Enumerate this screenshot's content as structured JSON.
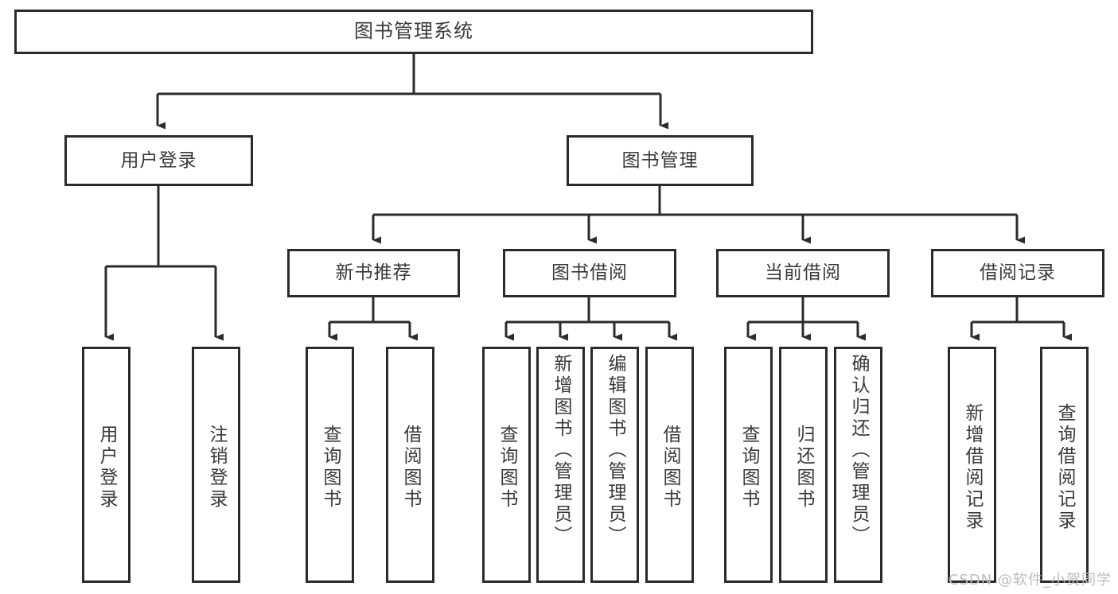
{
  "diagram": {
    "title": "图书管理系统",
    "type": "tree-hierarchy",
    "watermark": "CSDN @软件_小贺同学",
    "colors": {
      "background": "#ffffff",
      "box_border": "#2b2b2b",
      "text": "#3a3a3a",
      "connector": "#2b2b2b",
      "watermark": "#bdbdbd"
    },
    "root": {
      "label": "图书管理系统"
    },
    "level2": [
      {
        "label": "用户登录"
      },
      {
        "label": "图书管理"
      }
    ],
    "level3": [
      {
        "label": "新书推荐"
      },
      {
        "label": "图书借阅"
      },
      {
        "label": "当前借阅"
      },
      {
        "label": "借阅记录"
      }
    ],
    "leaves": {
      "user_login": [
        {
          "label": "用户登录"
        },
        {
          "label": "注销登录"
        }
      ],
      "new_book": [
        {
          "label": "查询图书"
        },
        {
          "label": "借阅图书"
        }
      ],
      "book_borrow": [
        {
          "label": "查询图书"
        },
        {
          "label": "新增图书（管理员）"
        },
        {
          "label": "编辑图书（管理员）"
        },
        {
          "label": "借阅图书"
        }
      ],
      "current_borrow": [
        {
          "label": "查询图书"
        },
        {
          "label": "归还图书"
        },
        {
          "label": "确认归还（管理员）"
        }
      ],
      "borrow_record": [
        {
          "label": "新增借阅记录"
        },
        {
          "label": "查询借阅记录"
        }
      ]
    }
  }
}
